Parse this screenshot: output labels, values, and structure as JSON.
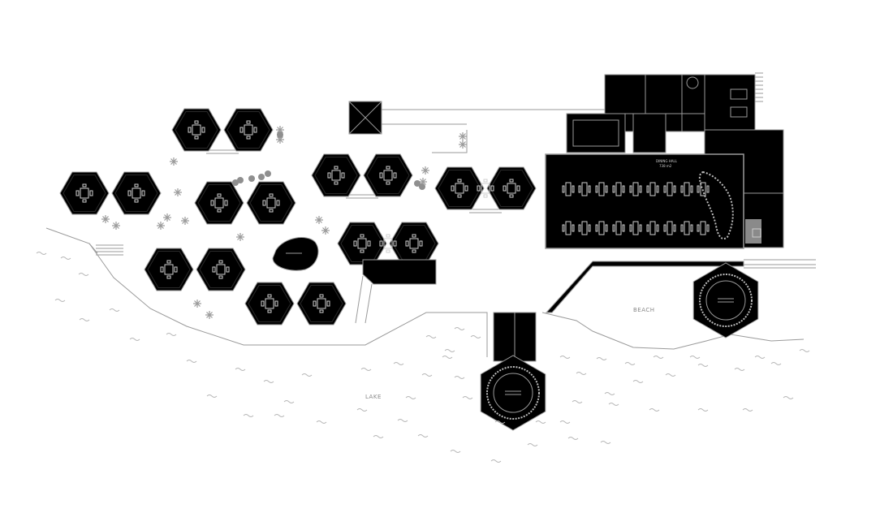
{
  "labels": {
    "lake": "LAKE",
    "beach": "BEACH",
    "dining_hall": "DINING HALL",
    "dining_area": "738 m2"
  },
  "colors": {
    "background": "#ffffff",
    "fill": "#000000",
    "line": "#9a9a9a",
    "furniture": "#cfcfcf",
    "water_marks": "#b5b5b5"
  },
  "icons": [
    "hexagon-pavilion-icon",
    "dining-set-icon",
    "shrub-icon",
    "water-ripple-icon",
    "pier-icon",
    "gazebo-icon"
  ]
}
